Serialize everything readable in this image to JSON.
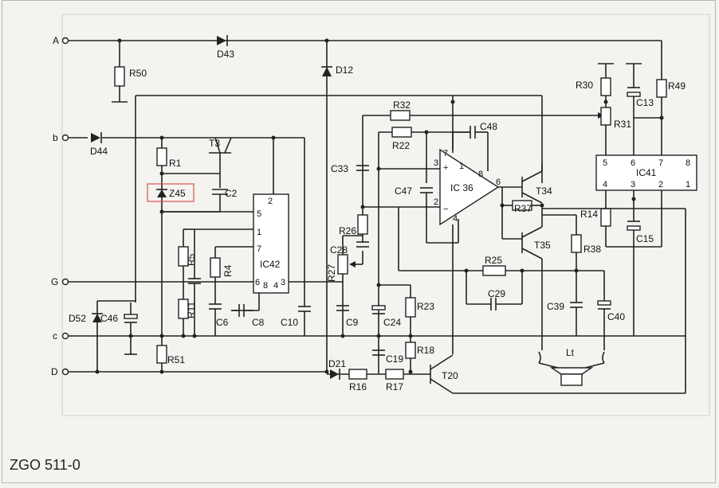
{
  "labels": {
    "A": "A",
    "b": "b",
    "G": "G",
    "c": "c",
    "D": "D",
    "D43": "D43",
    "D12": "D12",
    "D44": "D44",
    "R50": "R50",
    "T3": "T3",
    "R1": "R1",
    "Z45": "Z45",
    "C2": "C2",
    "R5": "R5",
    "R4": "R4",
    "R11": "R11",
    "C6": "C6",
    "C8": "C8",
    "C10": "C10",
    "IC42": "IC42",
    "D52": "D52",
    "C46": "C46",
    "R51": "R51",
    "D21": "D21",
    "R16": "R16",
    "R17": "R17",
    "C19": "C19",
    "R18": "R18",
    "R23": "R23",
    "C24": "C24",
    "C9": "C9",
    "R27": "R27",
    "C28": "C28",
    "R26": "R26",
    "C33": "C33",
    "R32": "R32",
    "R22": "R22",
    "C47": "C47",
    "C48": "C48",
    "IC36": "IC 36",
    "T34": "T34",
    "R37": "R37",
    "T35": "T35",
    "R25": "R25",
    "C29": "C29",
    "T20": "T20",
    "R30": "R30",
    "C13": "C13",
    "R49": "R49",
    "R31": "R31",
    "IC41": "IC41",
    "R14": "R14",
    "C15": "C15",
    "R38": "R38",
    "C39": "C39",
    "C40": "C40",
    "Lt": "Lt"
  },
  "pins": {
    "ic42_5": "5",
    "ic42_2": "2",
    "ic42_1": "1",
    "ic42_7": "7",
    "ic42_6": "6",
    "ic42_8": "8",
    "ic42_4": "4",
    "ic42_3": "3",
    "ic36_7": "7",
    "ic36_1": "1",
    "ic36_3": "3",
    "ic36_8": "8",
    "ic36_6": "6",
    "ic36_2": "2",
    "ic36_4": "4",
    "ic36_plus": "+",
    "ic36_minus": "−",
    "ic41_5": "5",
    "ic41_6": "6",
    "ic41_7": "7",
    "ic41_8": "8",
    "ic41_4": "4",
    "ic41_3": "3",
    "ic41_2": "2",
    "ic41_1": "1"
  },
  "footer": "ZGO 511-0",
  "highlight_color": "#d9534f"
}
